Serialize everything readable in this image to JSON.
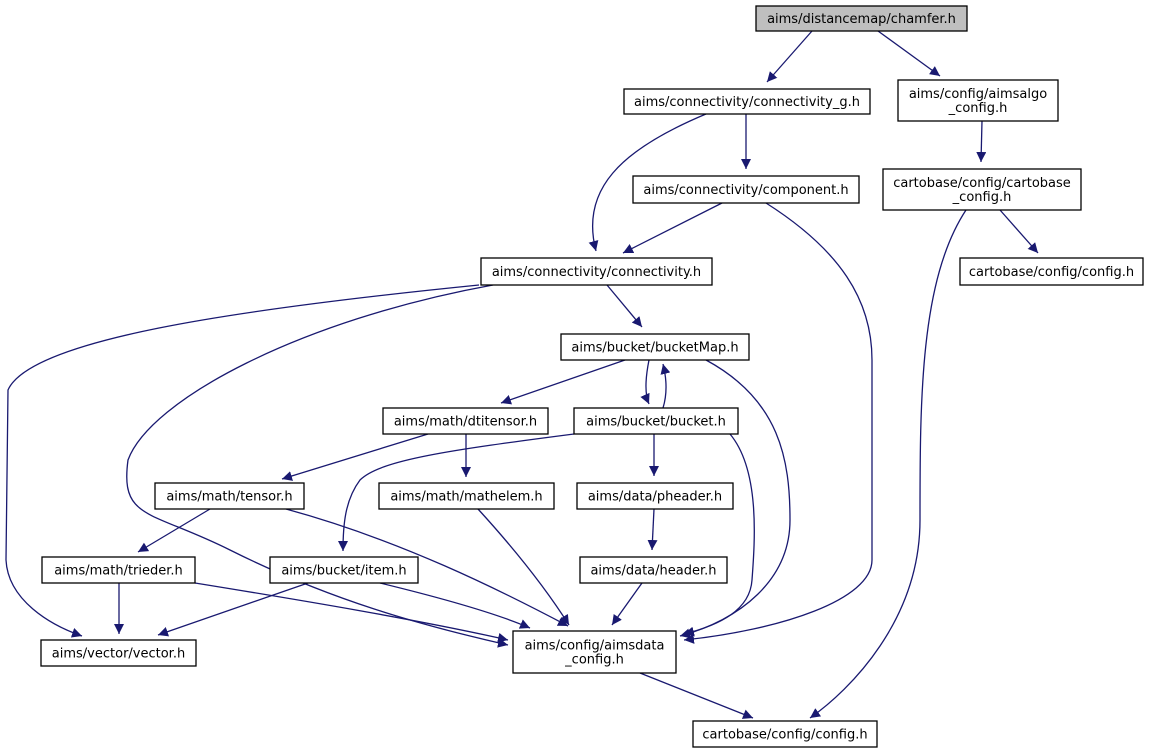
{
  "colors": {
    "edge": "#191970",
    "node_fill": "#ffffff",
    "root_fill": "#bfbfbf",
    "node_border": "#000000"
  },
  "nodes": {
    "chamfer": {
      "lines": [
        "aims/distancemap/chamfer.h"
      ],
      "root": true
    },
    "connectivity_g": {
      "lines": [
        "aims/connectivity/connectivity_g.h"
      ]
    },
    "aimsalgo_config": {
      "lines": [
        "aims/config/aimsalgo",
        "_config.h"
      ]
    },
    "component": {
      "lines": [
        "aims/connectivity/component.h"
      ]
    },
    "cartobase_config": {
      "lines": [
        "cartobase/config/cartobase",
        "_config.h"
      ]
    },
    "connectivity": {
      "lines": [
        "aims/connectivity/connectivity.h"
      ]
    },
    "cartobase_config_h_right": {
      "lines": [
        "cartobase/config/config.h"
      ]
    },
    "bucketMap": {
      "lines": [
        "aims/bucket/bucketMap.h"
      ]
    },
    "dtitensor": {
      "lines": [
        "aims/math/dtitensor.h"
      ]
    },
    "bucket": {
      "lines": [
        "aims/bucket/bucket.h"
      ]
    },
    "tensor": {
      "lines": [
        "aims/math/tensor.h"
      ]
    },
    "mathelem": {
      "lines": [
        "aims/math/mathelem.h"
      ]
    },
    "pheader": {
      "lines": [
        "aims/data/pheader.h"
      ]
    },
    "trieder": {
      "lines": [
        "aims/math/trieder.h"
      ]
    },
    "item": {
      "lines": [
        "aims/bucket/item.h"
      ]
    },
    "header": {
      "lines": [
        "aims/data/header.h"
      ]
    },
    "vector": {
      "lines": [
        "aims/vector/vector.h"
      ]
    },
    "aimsdata_config": {
      "lines": [
        "aims/config/aimsdata",
        "_config.h"
      ]
    },
    "cartobase_config_h_bottom": {
      "lines": [
        "cartobase/config/config.h"
      ]
    }
  },
  "edges": [
    [
      "chamfer",
      "connectivity_g"
    ],
    [
      "chamfer",
      "aimsalgo_config"
    ],
    [
      "connectivity_g",
      "component"
    ],
    [
      "connectivity_g",
      "connectivity"
    ],
    [
      "component",
      "connectivity"
    ],
    [
      "component",
      "aimsdata_config"
    ],
    [
      "aimsalgo_config",
      "cartobase_config"
    ],
    [
      "cartobase_config",
      "cartobase_config_h_right"
    ],
    [
      "cartobase_config",
      "cartobase_config_h_bottom"
    ],
    [
      "connectivity",
      "bucketMap"
    ],
    [
      "connectivity",
      "vector"
    ],
    [
      "connectivity",
      "aimsdata_config"
    ],
    [
      "bucketMap",
      "dtitensor"
    ],
    [
      "bucketMap",
      "bucket"
    ],
    [
      "bucketMap",
      "aimsdata_config"
    ],
    [
      "bucket",
      "bucketMap"
    ],
    [
      "bucket",
      "item"
    ],
    [
      "bucket",
      "pheader"
    ],
    [
      "bucket",
      "aimsdata_config"
    ],
    [
      "dtitensor",
      "tensor"
    ],
    [
      "dtitensor",
      "mathelem"
    ],
    [
      "tensor",
      "trieder"
    ],
    [
      "tensor",
      "aimsdata_config"
    ],
    [
      "mathelem",
      "aimsdata_config"
    ],
    [
      "pheader",
      "header"
    ],
    [
      "header",
      "aimsdata_config"
    ],
    [
      "trieder",
      "vector"
    ],
    [
      "trieder",
      "aimsdata_config"
    ],
    [
      "item",
      "vector"
    ],
    [
      "item",
      "aimsdata_config"
    ],
    [
      "aimsdata_config",
      "cartobase_config_h_bottom"
    ]
  ]
}
